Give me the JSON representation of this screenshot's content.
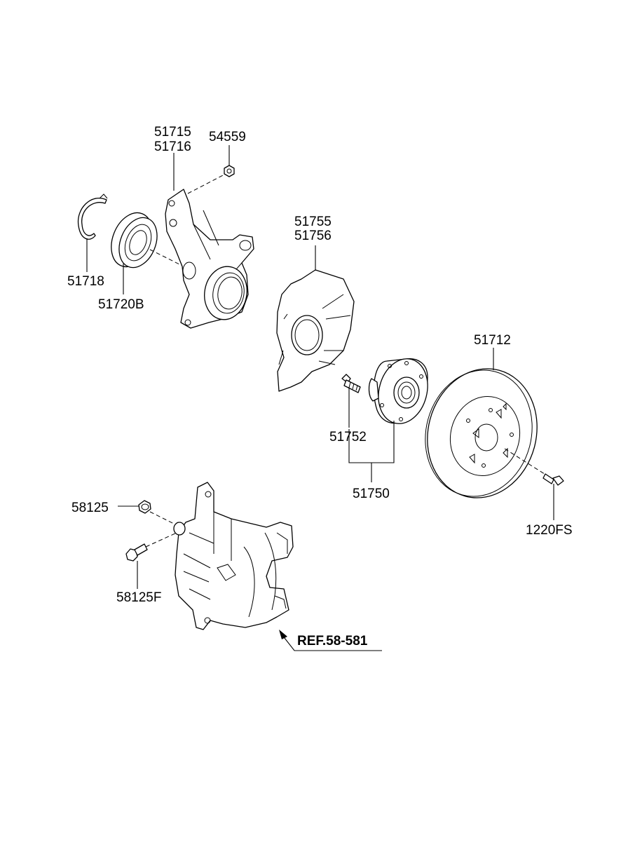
{
  "labels": {
    "knuckle_a": "51715",
    "knuckle_b": "51716",
    "nut": "54559",
    "snap_ring": "51718",
    "bearing": "51720B",
    "dust_cover_a": "51755",
    "dust_cover_b": "51756",
    "disc": "51712",
    "hub_bolt": "51752",
    "hub_assy": "51750",
    "disc_screw": "1220FS",
    "caliper_bolt": "58125",
    "caliper_guide_bolt": "58125F",
    "reference": "REF.58-581"
  }
}
